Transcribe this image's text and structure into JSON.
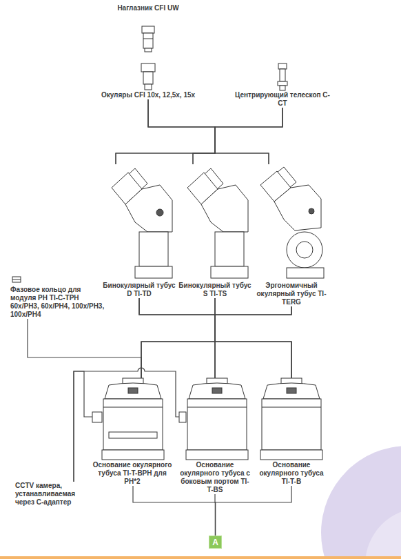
{
  "diagram": {
    "nodes": [
      {
        "text": [
          "Наглазник CFI UW"
        ]
      },
      {
        "text": [
          "Окуляры CFI 10x, 12,5x, 15x"
        ]
      },
      {
        "text": [
          "Центрирующий телескоп C-CT"
        ]
      },
      {
        "text": [
          "Бинокулярный тубус D TI-TD"
        ]
      },
      {
        "text": [
          "Бинокулярный тубус S TI-TS"
        ]
      },
      {
        "text": [
          "Эргономичный окулярный тубус TI-TERG"
        ]
      },
      {
        "text": [
          "Фазовое кольцо для модуля PH TI-C-TPH 60x/PH3, 60x/PH4, 100x/PH3, 100x/PH4"
        ]
      },
      {
        "text": [
          "CCTV камера, устанавливаемая через C-адаптер"
        ]
      },
      {
        "text": [
          "Основание окулярного тубуса TI-T-BPH для PH*2"
        ]
      },
      {
        "text": [
          "Основание окулярного тубуса с боковым портом TI-T-BS"
        ]
      },
      {
        "text": [
          "Основание окулярного тубуса TI-T-B"
        ]
      },
      {
        "text": [
          "A"
        ]
      }
    ],
    "edges": [
      {
        "from": 1,
        "to": 3,
        "arrow": "none"
      },
      {
        "from": 1,
        "to": 4,
        "arrow": "none"
      },
      {
        "from": 1,
        "to": 5,
        "arrow": "none"
      },
      {
        "from": 2,
        "to": 3,
        "arrow": "none"
      },
      {
        "from": 2,
        "to": 4,
        "arrow": "none"
      },
      {
        "from": 2,
        "to": 5,
        "arrow": "none"
      },
      {
        "from": 3,
        "to": 8,
        "arrow": "none"
      },
      {
        "from": 3,
        "to": 9,
        "arrow": "none"
      },
      {
        "from": 3,
        "to": 10,
        "arrow": "none"
      },
      {
        "from": 4,
        "to": 8,
        "arrow": "none"
      },
      {
        "from": 4,
        "to": 9,
        "arrow": "none"
      },
      {
        "from": 4,
        "to": 10,
        "arrow": "none"
      },
      {
        "from": 5,
        "to": 8,
        "arrow": "none"
      },
      {
        "from": 5,
        "to": 9,
        "arrow": "none"
      },
      {
        "from": 5,
        "to": 10,
        "arrow": "none"
      },
      {
        "from": 6,
        "to": 8,
        "arrow": "none"
      },
      {
        "from": 7,
        "to": 8,
        "arrow": "none"
      },
      {
        "from": 7,
        "to": 9,
        "arrow": "none"
      },
      {
        "from": 8,
        "to": 11,
        "arrow": "none"
      },
      {
        "from": 9,
        "to": 11,
        "arrow": "none"
      },
      {
        "from": 10,
        "to": 11,
        "arrow": "none"
      }
    ]
  }
}
